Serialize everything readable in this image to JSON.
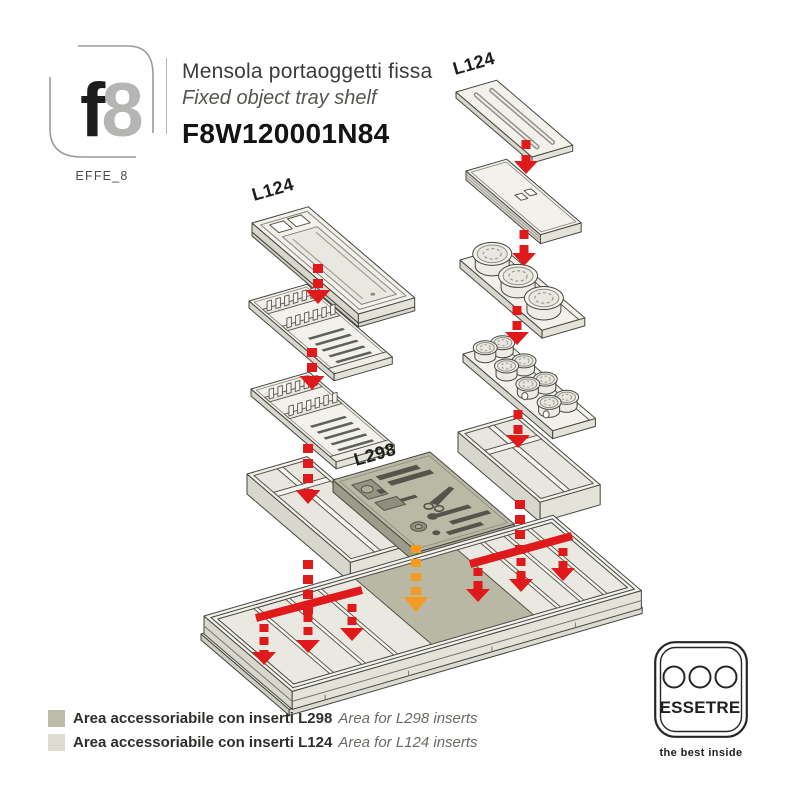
{
  "header": {
    "logo_f": "f",
    "logo_8": "8",
    "logo_sub": "EFFE_8",
    "title_it": "Mensola portaoggetti fissa",
    "title_en": "Fixed object tray shelf",
    "product_code": "F8W120001N84"
  },
  "diagram": {
    "labels": {
      "left_insert": "L124",
      "right_insert": "L124",
      "center_insert": "L298"
    },
    "colors": {
      "arrow_red": "#e0191b",
      "arrow_orange": "#f59b20",
      "area_l298": "#b9b8a5",
      "area_l124": "#eae9e1"
    }
  },
  "legend": {
    "items": [
      {
        "swatch_color": "#bdbcaa",
        "label_bold": "Area accessoriabile con inserti L298",
        "label_italic": "Area for L298 inserts"
      },
      {
        "swatch_color": "#dcdcd2",
        "label_bold": "Area accessoriabile con inserti L124",
        "label_italic": "Area for L124 inserts"
      }
    ]
  },
  "footer_logo": {
    "brand": "ESSETRE",
    "tagline": "the best inside"
  }
}
